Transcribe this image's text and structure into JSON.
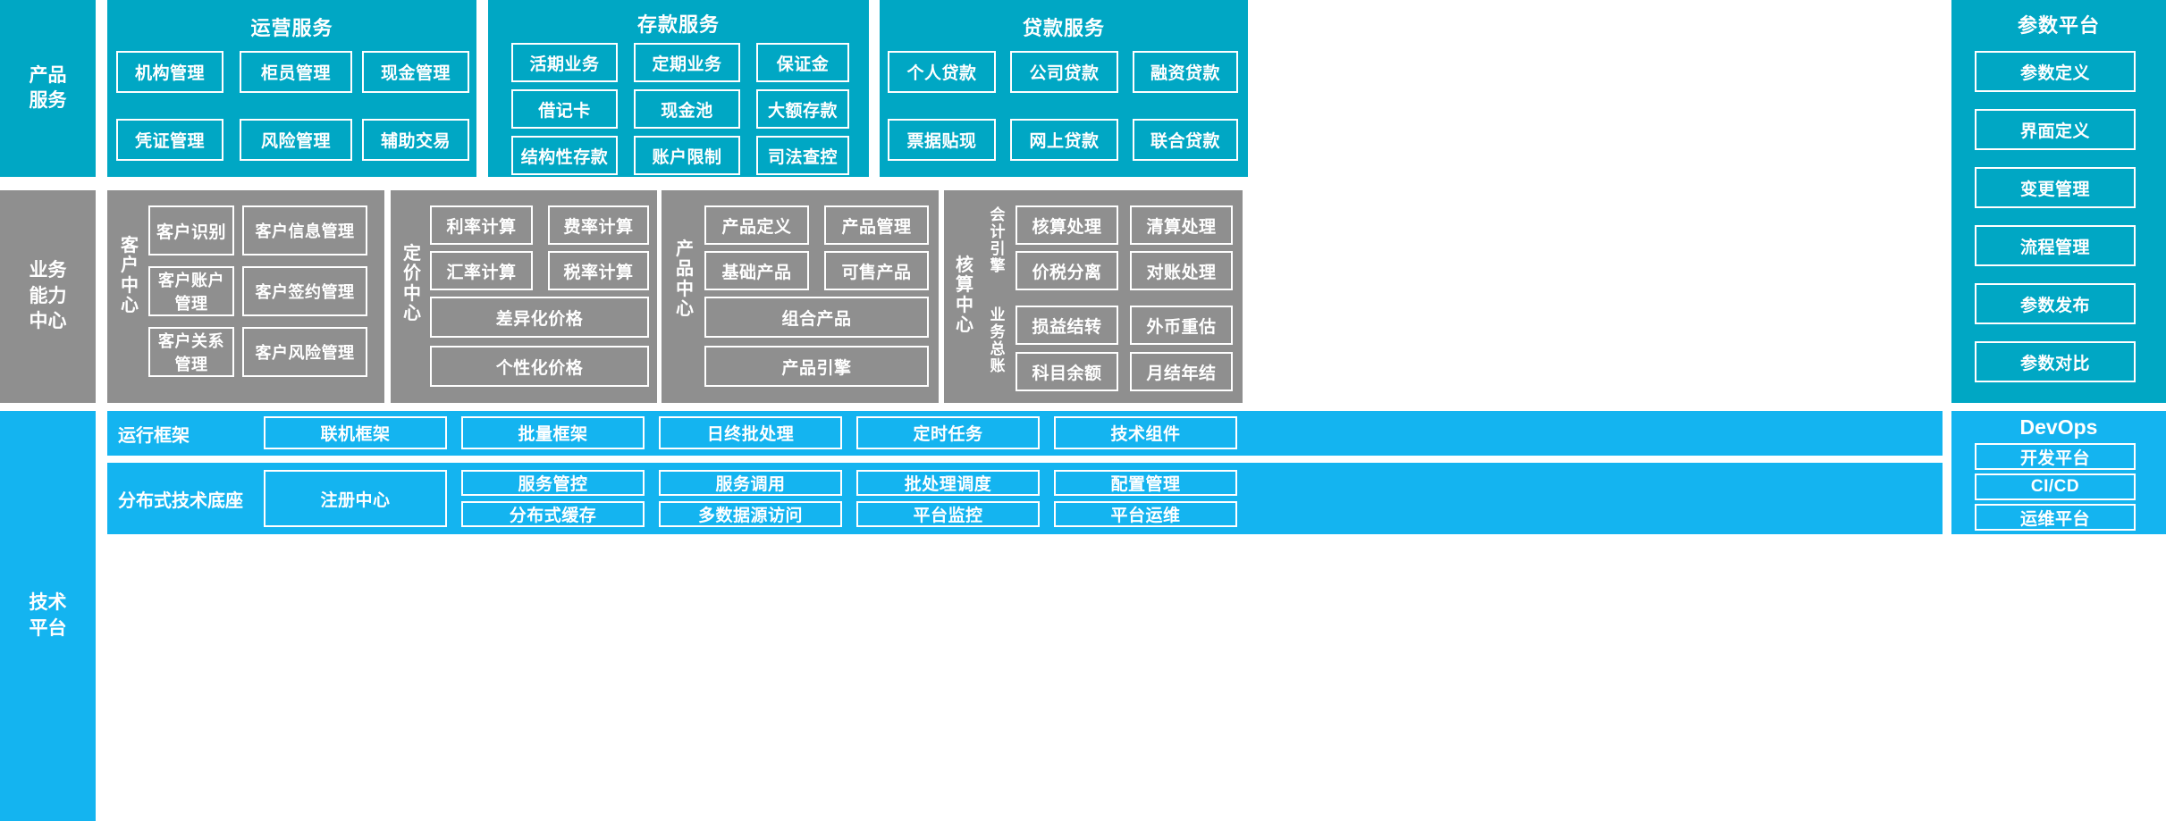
{
  "colors": {
    "teal": "#00a7c4",
    "cyan": "#14b4f0",
    "gray": "#8f8f8f",
    "border": "#ffffff",
    "text": "#ffffff"
  },
  "rows": {
    "product_service": {
      "label": "产品\n服务"
    },
    "business_capability": {
      "label": "业务\n能力\n中心"
    },
    "technology_platform": {
      "label": "技术\n平台"
    }
  },
  "product_service_panels": [
    {
      "title": "运营服务",
      "cells": [
        "机构管理",
        "柜员管理",
        "现金管理",
        "凭证管理",
        "风险管理",
        "辅助交易"
      ]
    },
    {
      "title": "存款服务",
      "cells": [
        "活期业务",
        "定期业务",
        "保证金",
        "借记卡",
        "现金池",
        "大额存款",
        "结构性存款",
        "账户限制",
        "司法查控"
      ]
    },
    {
      "title": "贷款服务",
      "cells": [
        "个人贷款",
        "公司贷款",
        "融资贷款",
        "票据贴现",
        "网上贷款",
        "联合贷款"
      ]
    }
  ],
  "parameter_platform": {
    "title": "参数平台",
    "items": [
      "参数定义",
      "界面定义",
      "变更管理",
      "流程管理",
      "参数发布",
      "参数对比"
    ]
  },
  "business_centers": [
    {
      "vlabel": "客户中心",
      "cells": [
        "客户识别",
        "客户信息管理",
        "客户账户管理",
        "客户签约管理",
        "客户关系管理",
        "客户风险管理"
      ]
    },
    {
      "vlabel": "定价中心",
      "cells": [
        "利率计算",
        "费率计算",
        "汇率计算",
        "税率计算"
      ],
      "wide_cells": [
        "差异化价格",
        "个性化价格"
      ]
    },
    {
      "vlabel": "产品中心",
      "cells": [
        "产品定义",
        "产品管理",
        "基础产品",
        "可售产品"
      ],
      "wide_cells": [
        "组合产品",
        "产品引擎"
      ]
    },
    {
      "vlabel": "核算中心",
      "sublabels": [
        "会计引擎",
        "业务总账"
      ],
      "cells": [
        "核算处理",
        "清算处理",
        "价税分离",
        "对账处理",
        "损益结转",
        "外币重估",
        "科目余额",
        "月结年结"
      ]
    }
  ],
  "tech_platform": {
    "runtime_framework": {
      "label": "运行框架",
      "cells": [
        "联机框架",
        "批量框架",
        "日终批处理",
        "定时任务",
        "技术组件"
      ]
    },
    "distributed_base": {
      "label": "分布式技术底座",
      "main_cell": "注册中心",
      "cells_top": [
        "服务管控",
        "服务调用",
        "批处理调度",
        "配置管理"
      ],
      "cells_bottom": [
        "分布式缓存",
        "多数据源访问",
        "平台监控",
        "平台运维"
      ]
    }
  },
  "devops": {
    "title": "DevOps",
    "items": [
      "开发平台",
      "CI/CD",
      "运维平台"
    ]
  }
}
